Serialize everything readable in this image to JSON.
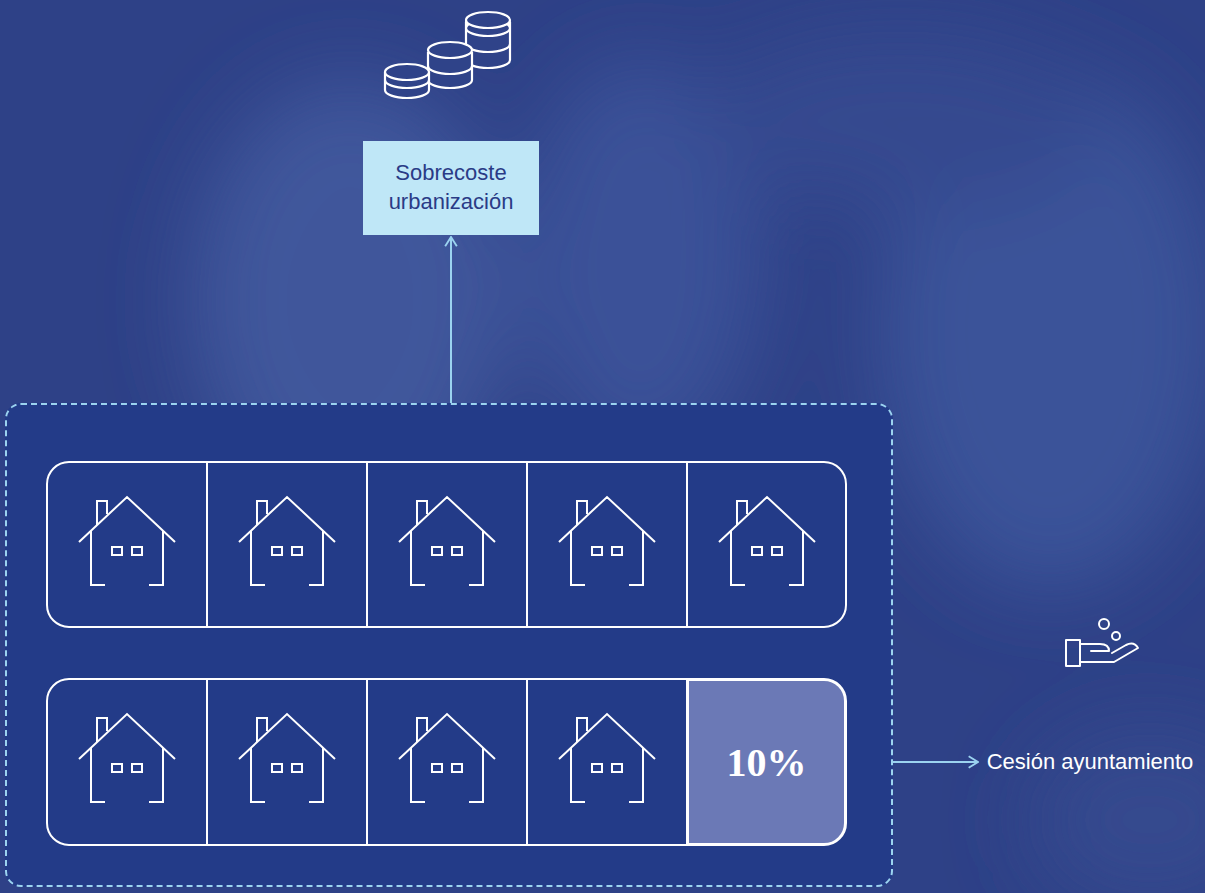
{
  "diagram": {
    "nodes": [
      {
        "text": [
          "Sobrecoste urbanización"
        ]
      },
      {
        "text": []
      },
      {
        "text": [
          "10%"
        ],
        "in": 1
      },
      {
        "text": [
          "Cesión ayuntamiento"
        ]
      }
    ],
    "edges": [
      {
        "from": 1,
        "to": 0,
        "arrow": "to"
      },
      {
        "from": 1,
        "to": 3,
        "arrow": "to"
      }
    ]
  }
}
